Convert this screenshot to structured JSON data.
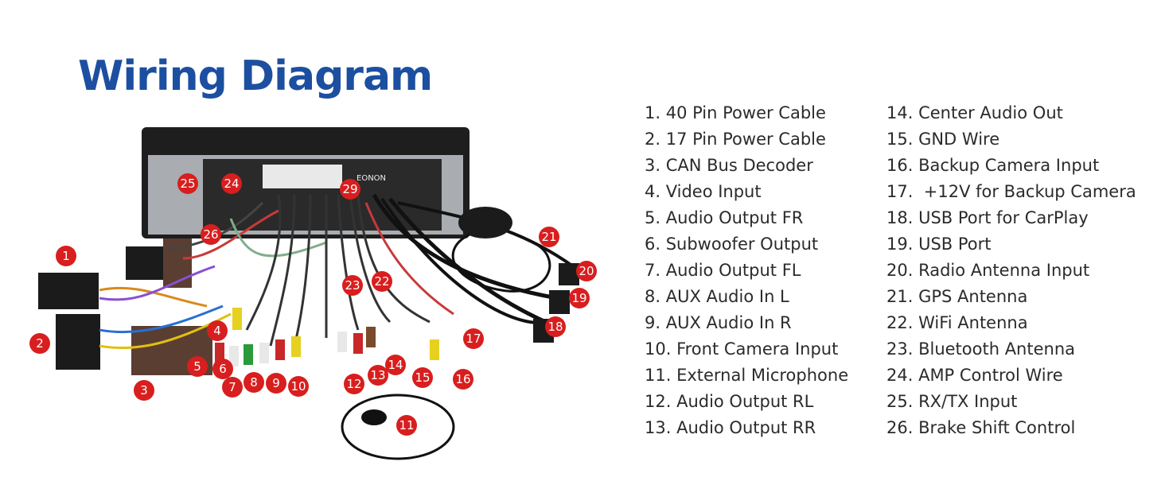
{
  "title": "Wiring Diagram",
  "brand_label": "EONON",
  "accent_color": "#1c4fa0",
  "badge_color": "#d81e1e",
  "legend": [
    "1. 40 Pin Power Cable",
    "2. 17 Pin Power Cable",
    "3. CAN Bus Decoder",
    "4. Video Input",
    "5. Audio Output FR",
    "6. Subwoofer Output",
    "7. Audio Output FL",
    "8. AUX Audio In L",
    "9. AUX Audio In R",
    "10. Front Camera Input",
    "11. External Microphone",
    "12. Audio Output RL",
    "13. Audio Output RR",
    "14. Center Audio Out",
    "15. GND Wire",
    "16. Backup Camera Input",
    "17.  +12V for Backup Camera",
    "18. USB Port for CarPlay",
    "19. USB Port",
    "20. Radio Antenna Input",
    "21. GPS Antenna",
    "22. WiFi Antenna",
    "23. Bluetooth Antenna",
    "24. AMP Control Wire",
    "25. RX/TX Input",
    "26. Brake Shift Control"
  ],
  "badges": [
    "1",
    "2",
    "3",
    "4",
    "5",
    "6",
    "7",
    "8",
    "9",
    "10",
    "11",
    "12",
    "13",
    "14",
    "15",
    "16",
    "17",
    "18",
    "19",
    "20",
    "21",
    "22",
    "23",
    "24",
    "25",
    "26",
    "29"
  ]
}
